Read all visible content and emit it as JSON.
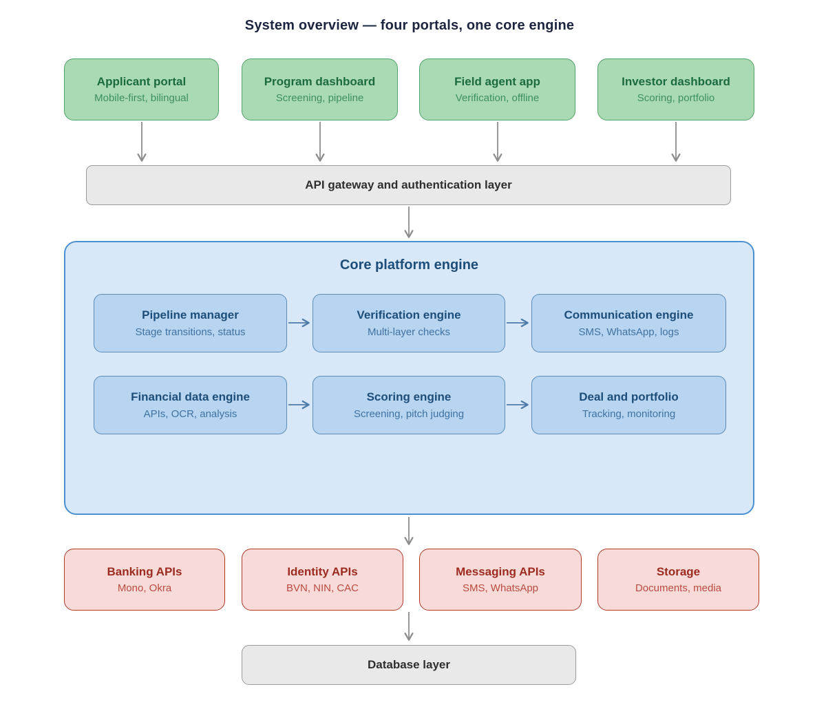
{
  "title": "System overview — four portals, one core engine",
  "colors": {
    "title-text": "#1d2440",
    "green-fill": "#a9dab4",
    "green-border": "#53a269",
    "green-title": "#1c6b3f",
    "green-sub": "#3d8f62",
    "gray-fill": "#e9e9e9",
    "gray-border": "#9a9a9a",
    "gray-text": "#2e2e2e",
    "core-fill": "#d8e8f8",
    "core-border": "#4a90d0",
    "inner-fill": "#b7d4f1",
    "inner-border": "#5b8db8",
    "blue-title": "#1d4e79",
    "blue-sub": "#41729f",
    "red-fill": "#f8dbd9",
    "red-border": "#ad3a2d",
    "red-title": "#9c2b21",
    "red-sub": "#ba4a40",
    "arrow-gray": "#8c8c8c",
    "arrow-blue": "#4d7aa8"
  },
  "portals": {
    "items": [
      {
        "title": "Applicant portal",
        "subtitle": "Mobile-first, bilingual"
      },
      {
        "title": "Program dashboard",
        "subtitle": "Screening, pipeline"
      },
      {
        "title": "Field agent app",
        "subtitle": "Verification, offline"
      },
      {
        "title": "Investor dashboard",
        "subtitle": "Scoring, portfolio"
      }
    ]
  },
  "gateway": {
    "label": "API gateway and authentication layer"
  },
  "core": {
    "title": "Core platform engine",
    "items": [
      {
        "title": "Pipeline manager",
        "subtitle": "Stage transitions, status"
      },
      {
        "title": "Verification engine",
        "subtitle": "Multi-layer checks"
      },
      {
        "title": "Communication engine",
        "subtitle": "SMS, WhatsApp, logs"
      },
      {
        "title": "Financial data engine",
        "subtitle": "APIs, OCR, analysis"
      },
      {
        "title": "Scoring engine",
        "subtitle": "Screening, pitch judging"
      },
      {
        "title": "Deal and portfolio",
        "subtitle": "Tracking, monitoring"
      }
    ]
  },
  "external": {
    "items": [
      {
        "title": "Banking APIs",
        "subtitle": "Mono, Okra"
      },
      {
        "title": "Identity APIs",
        "subtitle": "BVN, NIN, CAC"
      },
      {
        "title": "Messaging APIs",
        "subtitle": "SMS, WhatsApp"
      },
      {
        "title": "Storage",
        "subtitle": "Documents, media"
      }
    ]
  },
  "database": {
    "label": "Database layer"
  }
}
